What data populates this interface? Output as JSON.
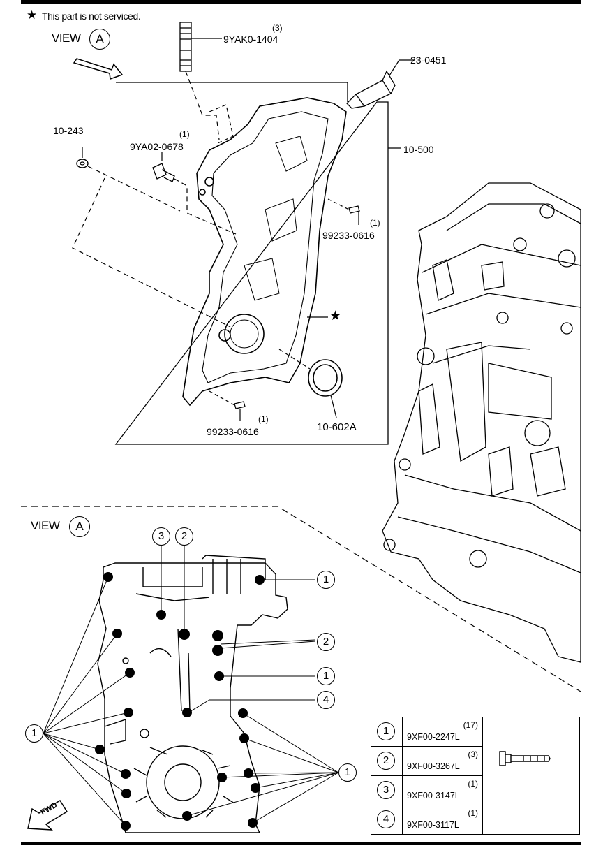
{
  "note": "This part is not serviced.",
  "note_symbol": "★",
  "view_label": "VIEW",
  "view_letter": "A",
  "parts": {
    "p1": {
      "number": "9YAK0-1404",
      "qty": "(3)"
    },
    "p2": {
      "number": "23-0451"
    },
    "p3": {
      "number": "10-243"
    },
    "p4": {
      "number": "9YA02-0678",
      "qty": "(1)"
    },
    "p5": {
      "number": "10-500"
    },
    "p6": {
      "number": "99233-0616",
      "qty": "(1)"
    },
    "p7": {
      "number": "99233-0616",
      "qty": "(1)"
    },
    "p8": {
      "number": "10-602A"
    }
  },
  "callouts": {
    "c1": "1",
    "c2": "2",
    "c3": "3",
    "c4": "4"
  },
  "fwd_label": "FWD",
  "legend": [
    {
      "num": "1",
      "qty": "(17)",
      "part": "9XF00-2247L"
    },
    {
      "num": "2",
      "qty": "(3)",
      "part": "9XF00-3267L"
    },
    {
      "num": "3",
      "qty": "(1)",
      "part": "9XF00-3147L"
    },
    {
      "num": "4",
      "qty": "(1)",
      "part": "9XF00-3117L"
    }
  ]
}
